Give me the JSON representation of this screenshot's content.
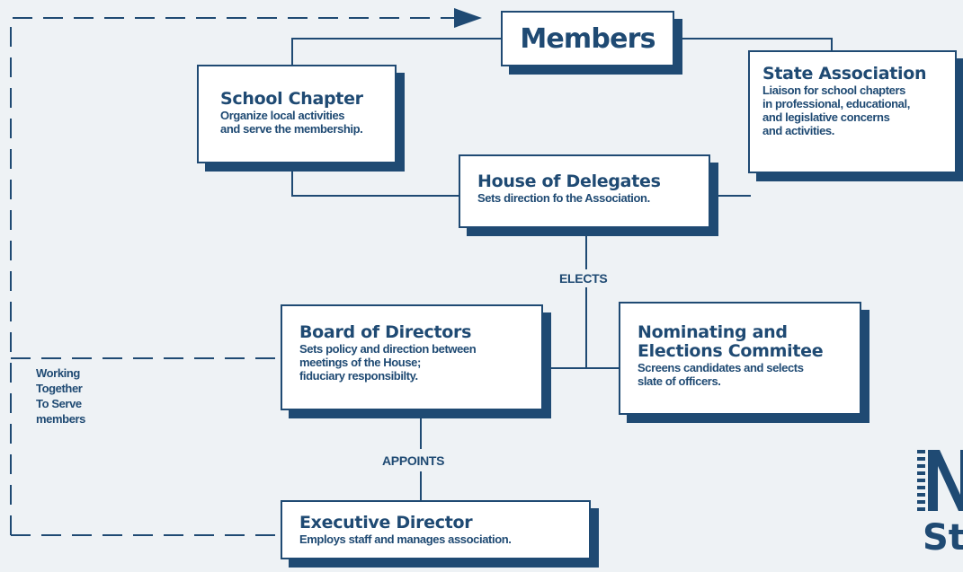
{
  "nodes": {
    "members": {
      "title": "Members"
    },
    "school_chapter": {
      "title": "School Chapter",
      "desc": "Organize local activities\nand serve the membership."
    },
    "state_association": {
      "title": "State Association",
      "desc": "Liaison for school chapters\nin professional, educational,\nand legislative concerns\nand activities."
    },
    "house_of_delegates": {
      "title": "House of Delegates",
      "desc": "Sets direction fo the Association."
    },
    "board_of_directors": {
      "title": "Board of Directors",
      "desc": "Sets policy and direction between\nmeetings of the House;\nfiduciary responsibilty."
    },
    "nominating": {
      "title": "Nominating and\nElections Commitee",
      "desc": "Screens candidates and selects\nslate of officers."
    },
    "executive_director": {
      "title": "Executive Director",
      "desc": "Employs staff and manages association."
    }
  },
  "edge_labels": {
    "elects": "ELECTS",
    "appoints": "APPOINTS"
  },
  "working_together": "Working\nTogether\nTo Serve\nmembers",
  "logo": {
    "letters": "St"
  },
  "colors": {
    "ink": "#1f4a73",
    "background": "#eef2f5",
    "box": "#ffffff"
  }
}
